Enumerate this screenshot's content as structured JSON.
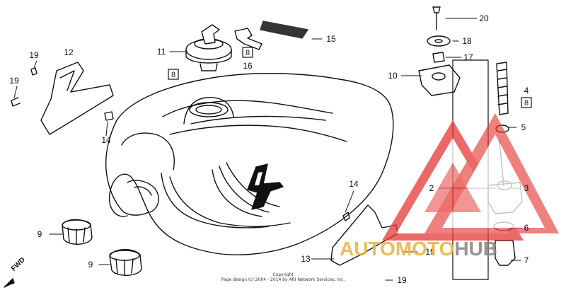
{
  "diagram": {
    "callouts": [
      {
        "id": "c1",
        "label": "11"
      },
      {
        "id": "c2",
        "label": "16"
      },
      {
        "id": "c3",
        "label": "15"
      },
      {
        "id": "c4",
        "label": "20"
      },
      {
        "id": "c5",
        "label": "18"
      },
      {
        "id": "c6",
        "label": "17"
      },
      {
        "id": "c7",
        "label": "10"
      },
      {
        "id": "c8",
        "label": "4"
      },
      {
        "id": "c9",
        "label": "5"
      },
      {
        "id": "c10",
        "label": "2"
      },
      {
        "id": "c11",
        "label": "3"
      },
      {
        "id": "c12",
        "label": "6"
      },
      {
        "id": "c13",
        "label": "7"
      },
      {
        "id": "c14",
        "label": "12"
      },
      {
        "id": "c15",
        "label": "19"
      },
      {
        "id": "c16",
        "label": "19"
      },
      {
        "id": "c17",
        "label": "14"
      },
      {
        "id": "c18",
        "label": "14"
      },
      {
        "id": "c19",
        "label": "13"
      },
      {
        "id": "c20",
        "label": "19"
      },
      {
        "id": "c21",
        "label": "19"
      },
      {
        "id": "c22",
        "label": "9"
      },
      {
        "id": "c23",
        "label": "9"
      }
    ],
    "boxed_notes": {
      "b1": "8",
      "b2": "8",
      "b3": "8"
    },
    "fwd_label": "FWD",
    "copyright": {
      "line1": "Copyright",
      "line2": "Page design (c) 2004 - 2014 by ARI Network Services, Inc."
    }
  },
  "watermark": {
    "brand_a": "AUTOMOTO",
    "brand_b": "HUB",
    "accent_color": "#e53935",
    "gold_color": "#ecb546"
  },
  "colors": {
    "line": "#111111",
    "background": "#ffffff"
  }
}
